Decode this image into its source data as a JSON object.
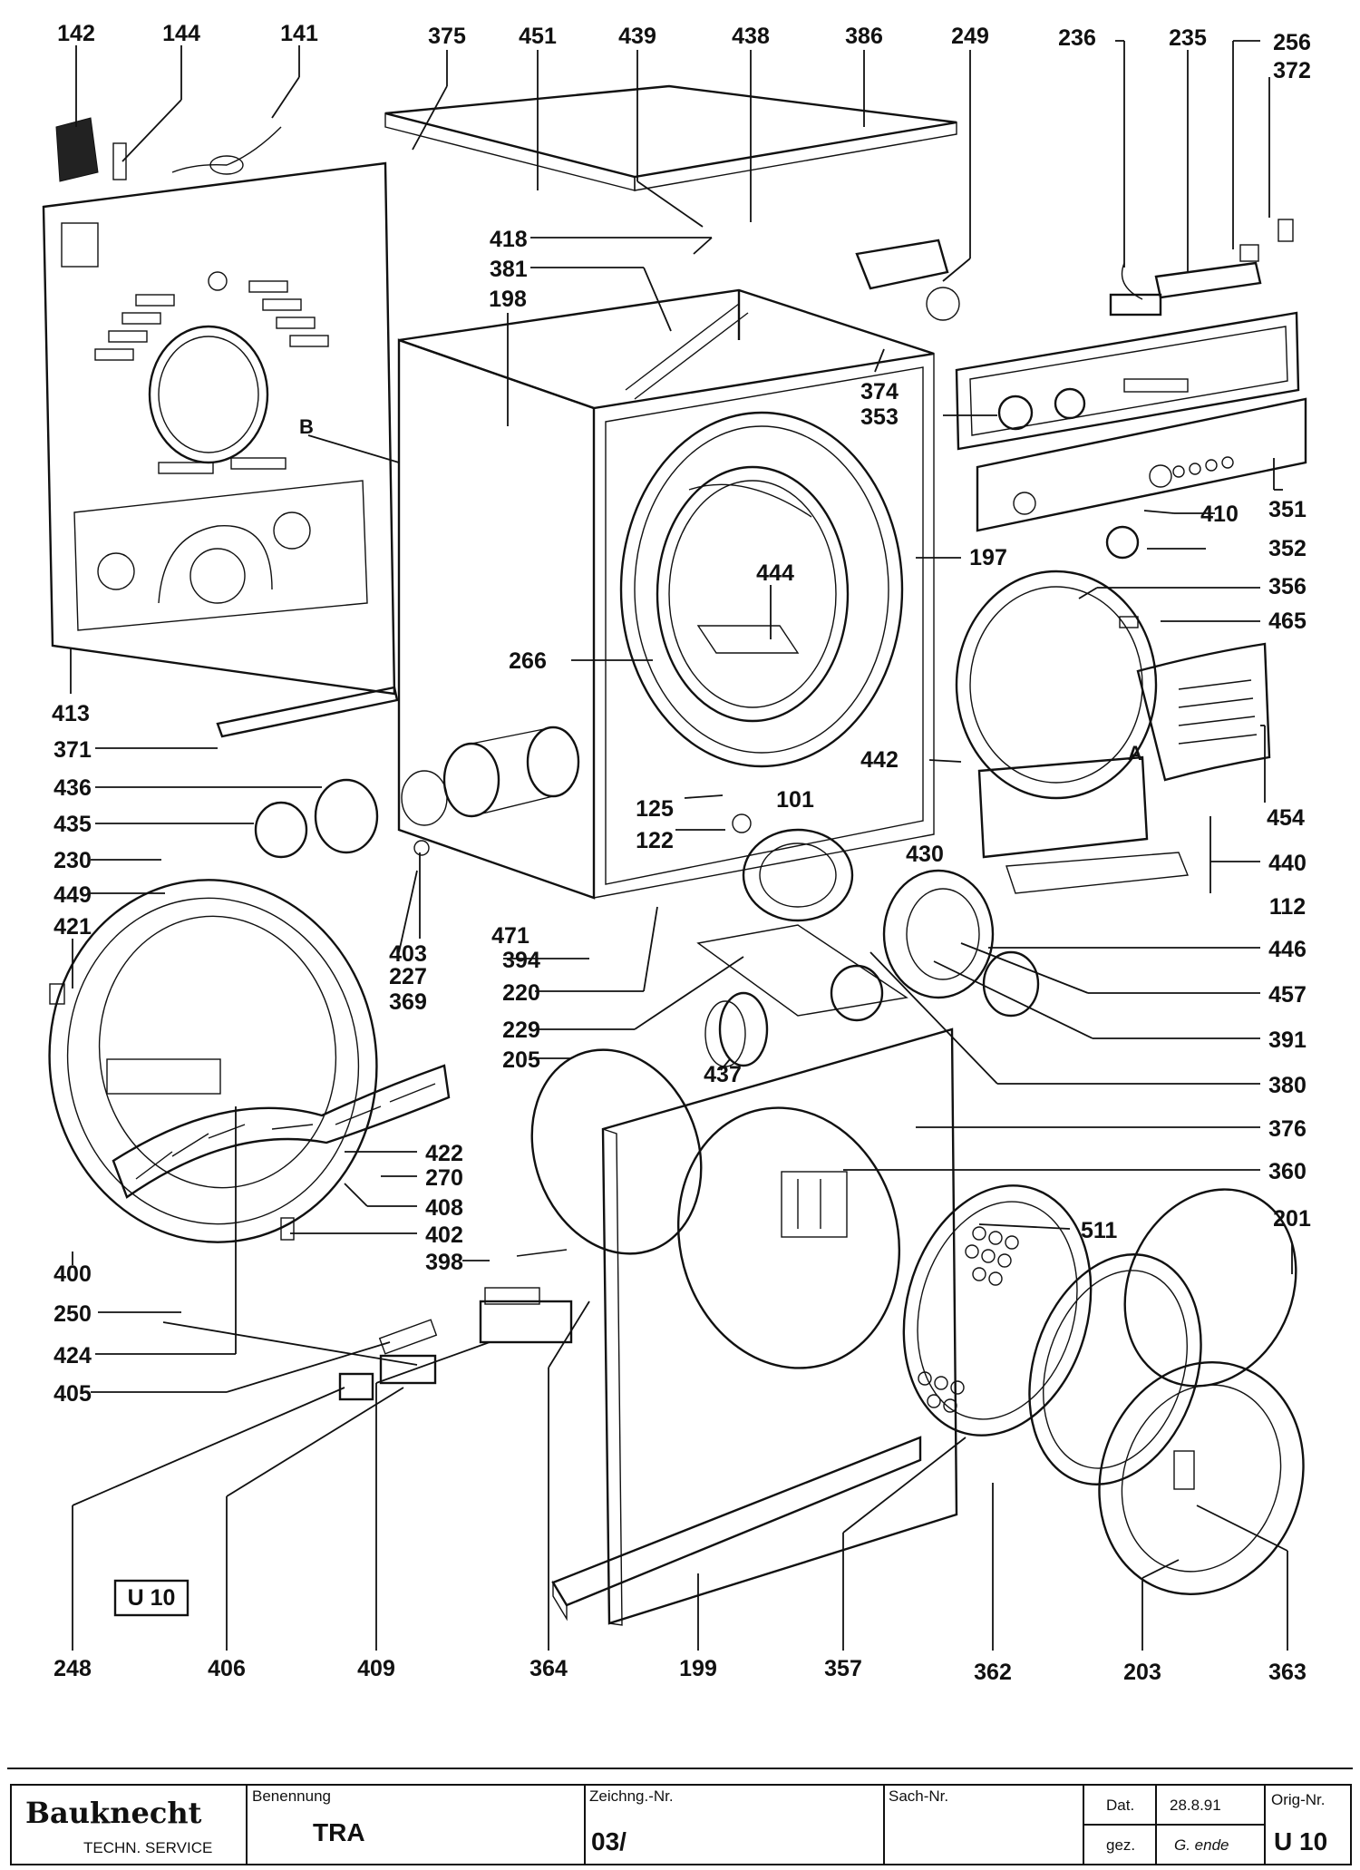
{
  "diagram": {
    "part_numbers": [
      "142",
      "144",
      "141",
      "375",
      "451",
      "439",
      "438",
      "386",
      "249",
      "236",
      "235",
      "256",
      "372",
      "418",
      "381",
      "198",
      "374",
      "353",
      "351",
      "410",
      "352",
      "197",
      "356",
      "465",
      "444",
      "266",
      "413",
      "B",
      "371",
      "436",
      "435",
      "442",
      "A",
      "454",
      "125",
      "122",
      "101",
      "430",
      "440",
      "112",
      "230",
      "449",
      "421",
      "403",
      "227",
      "369",
      "471",
      "394",
      "220",
      "229",
      "446",
      "457",
      "391",
      "205",
      "437",
      "380",
      "376",
      "360",
      "422",
      "270",
      "408",
      "402",
      "511",
      "201",
      "398",
      "400",
      "250",
      "424",
      "405",
      "248",
      "406",
      "409",
      "364",
      "199",
      "357",
      "362",
      "203",
      "363"
    ],
    "box_label": "U 10"
  },
  "title_block": {
    "brand": "Bauknecht",
    "brand_sub": "TECHN. SERVICE",
    "benennung_label": "Benennung",
    "benennung_value": "TRA",
    "zeichng_label": "Zeichng.-Nr.",
    "zeichng_value": "03/",
    "sach_label": "Sach-Nr.",
    "dat_label": "Dat.",
    "dat_value": "28.8.91",
    "gez_label": "gez.",
    "gez_signature": "G. ende",
    "orig_label": "Orig-Nr.",
    "orig_value": "U 10"
  }
}
